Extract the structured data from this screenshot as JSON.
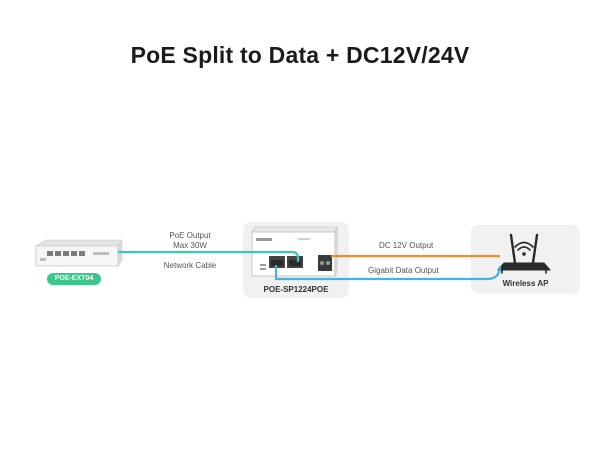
{
  "title": "PoE Split to Data + DC12V/24V",
  "devices": {
    "switch": {
      "model": "POE-EXT04"
    },
    "splitter": {
      "model": "POE-SP1224POE"
    },
    "ap": {
      "name": "Wireless AP"
    }
  },
  "links": {
    "poe_output": "PoE Output",
    "poe_max": "Max 30W",
    "network_cable": "Network Cable",
    "dc_output": "DC 12V Output",
    "gigabit_output": "Gigabit Data Output"
  },
  "colors": {
    "network_cable": "#3cc6c1",
    "poe_green": "#3cc78a",
    "dc_power": "#f28c28",
    "gigabit_data": "#48b1de",
    "device_box": "#f1f1f1"
  }
}
